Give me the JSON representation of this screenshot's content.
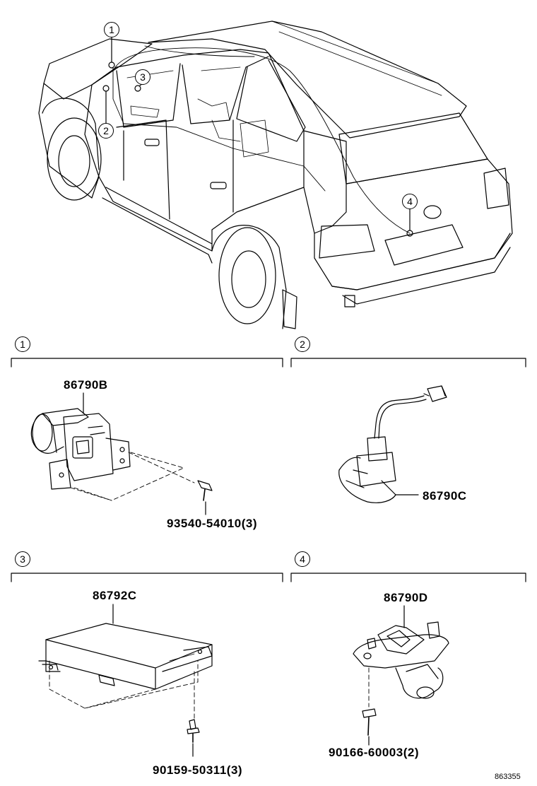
{
  "callouts": [
    "1",
    "2",
    "3",
    "4"
  ],
  "sections": [
    {
      "index": "1",
      "parts": [
        {
          "number": "86790B"
        },
        {
          "number": "93540-54010",
          "qty": "(3)"
        }
      ]
    },
    {
      "index": "2",
      "parts": [
        {
          "number": "86790C"
        }
      ]
    },
    {
      "index": "3",
      "parts": [
        {
          "number": "86792C"
        },
        {
          "number": "90159-50311",
          "qty": "(3)"
        }
      ]
    },
    {
      "index": "4",
      "parts": [
        {
          "number": "86790D"
        },
        {
          "number": "90166-60003",
          "qty": "(2)"
        }
      ]
    }
  ],
  "illustration_id": "863355"
}
